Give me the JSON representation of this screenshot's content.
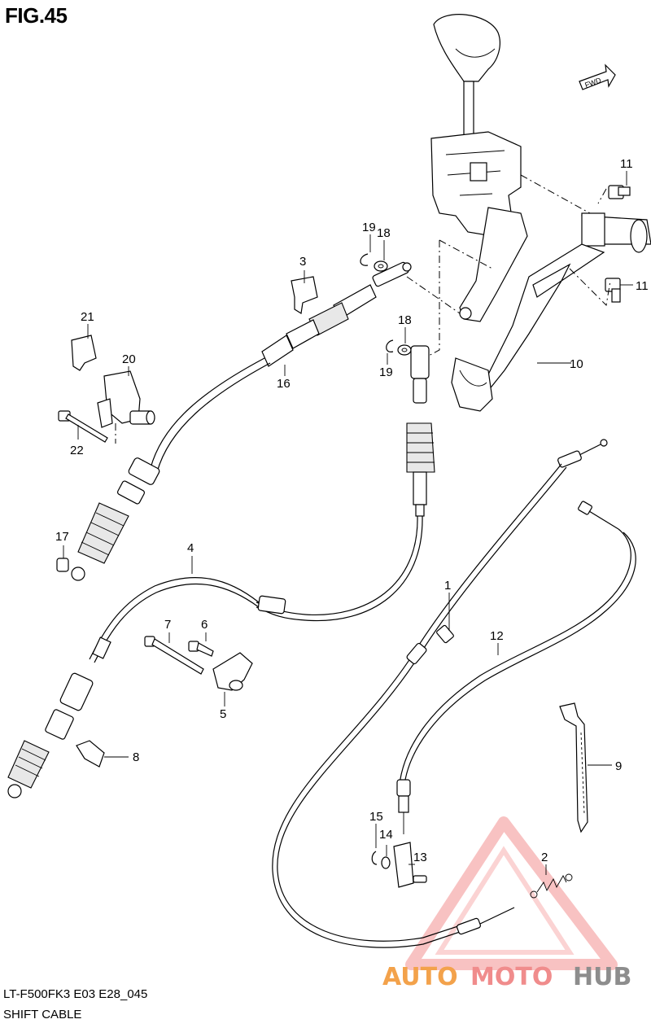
{
  "figure": {
    "title": "FIG.45",
    "model_code": "LT-F500FK3 E03 E28_045",
    "section_name": "SHIFT CABLE",
    "direction_label": "FWD"
  },
  "callouts": [
    {
      "id": "1",
      "part": "cable-1"
    },
    {
      "id": "2",
      "part": "spring-2"
    },
    {
      "id": "3",
      "part": "clip-3"
    },
    {
      "id": "4",
      "part": "cable-4"
    },
    {
      "id": "5",
      "part": "clamp-5"
    },
    {
      "id": "6",
      "part": "bolt-6"
    },
    {
      "id": "7",
      "part": "bolt-7"
    },
    {
      "id": "8",
      "part": "clamp-8"
    },
    {
      "id": "9",
      "part": "tie-9"
    },
    {
      "id": "10",
      "part": "bracket-10"
    },
    {
      "id": "11",
      "part": "bolt-11-top"
    },
    {
      "id": "11",
      "part": "bolt-11-bottom"
    },
    {
      "id": "12",
      "part": "cable-12"
    },
    {
      "id": "13",
      "part": "pin-13"
    },
    {
      "id": "14",
      "part": "washer-14"
    },
    {
      "id": "15",
      "part": "clip-15"
    },
    {
      "id": "16",
      "part": "cable-16"
    },
    {
      "id": "17",
      "part": "nut-17"
    },
    {
      "id": "18",
      "part": "washer-18-top"
    },
    {
      "id": "18",
      "part": "washer-18-bottom"
    },
    {
      "id": "19",
      "part": "clip-19-top"
    },
    {
      "id": "19",
      "part": "clip-19-bottom"
    },
    {
      "id": "20",
      "part": "bracket-20"
    },
    {
      "id": "21",
      "part": "clip-21"
    },
    {
      "id": "22",
      "part": "bolt-22"
    }
  ],
  "watermark": {
    "part1": "AUTO",
    "part2": "MOTO",
    "part3": "HUB",
    "colors": {
      "auto": "#f3a24b",
      "moto": "#f08c8c",
      "hub": "#8d8d8d",
      "triangle": "#ef6b6b"
    }
  }
}
